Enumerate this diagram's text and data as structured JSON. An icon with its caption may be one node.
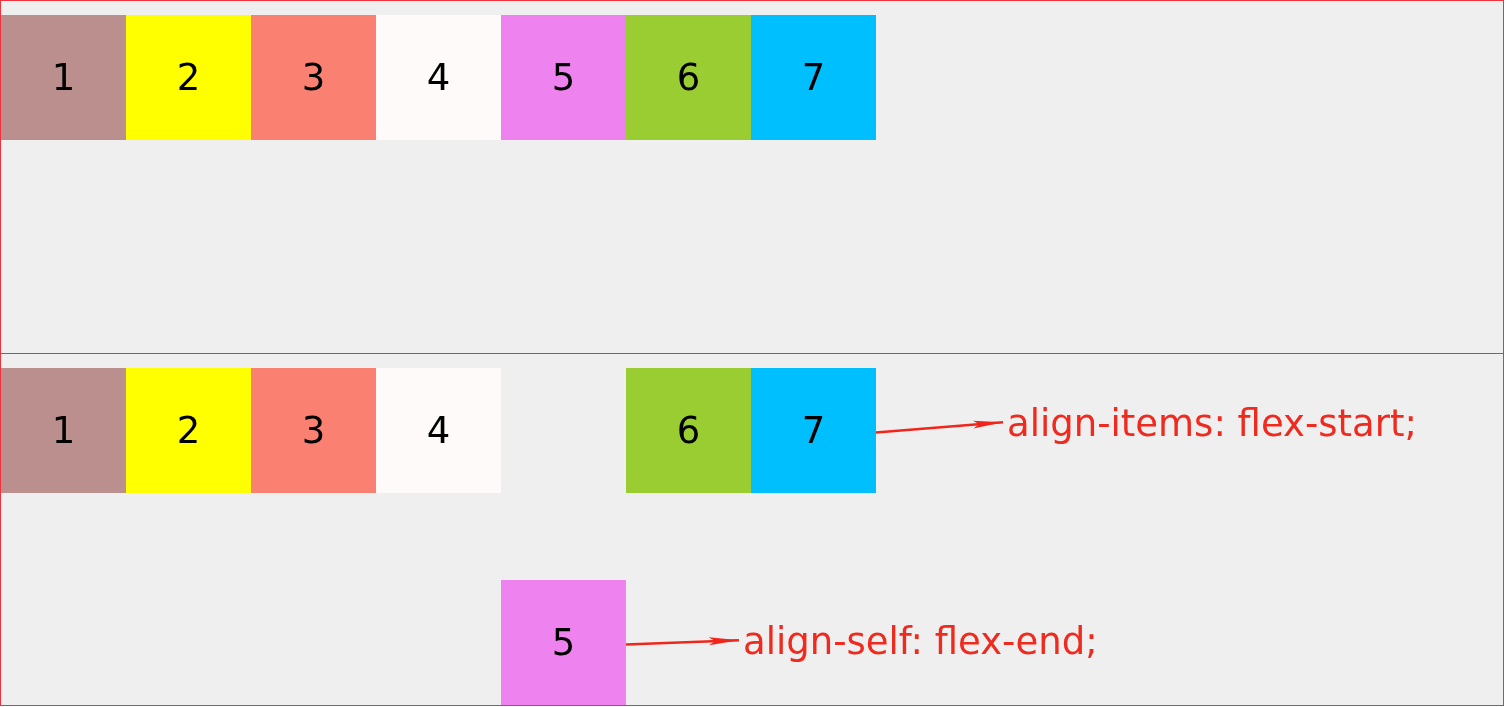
{
  "diagram": {
    "nodes": [
      {
        "text": [],
        "shape": "box"
      },
      {
        "text": [
          "1"
        ],
        "in": 0
      },
      {
        "text": [
          "2"
        ],
        "in": 0
      },
      {
        "text": [
          "3"
        ],
        "in": 0
      },
      {
        "text": [
          "4"
        ],
        "in": 0
      },
      {
        "text": [
          "5"
        ],
        "in": 0
      },
      {
        "text": [
          "6"
        ],
        "in": 0
      },
      {
        "text": [
          "7"
        ],
        "in": 0
      },
      {
        "text": [],
        "shape": "box"
      },
      {
        "text": [
          "1"
        ],
        "in": 8
      },
      {
        "text": [
          "2"
        ],
        "in": 8
      },
      {
        "text": [
          "3"
        ],
        "in": 8
      },
      {
        "text": [
          "4"
        ],
        "in": 8
      },
      {
        "text": [
          "5"
        ],
        "in": 8
      },
      {
        "text": [
          "6"
        ],
        "in": 8
      },
      {
        "text": [
          "7"
        ],
        "in": 8
      },
      {
        "text": [
          "align-items: flex-start;"
        ],
        "in": 8
      },
      {
        "text": [
          "align-self: flex-end;"
        ],
        "in": 8
      }
    ],
    "edges": [
      {
        "from": 15,
        "to": 16,
        "arrow": "to"
      },
      {
        "from": 13,
        "to": 17,
        "arrow": "to"
      }
    ]
  }
}
